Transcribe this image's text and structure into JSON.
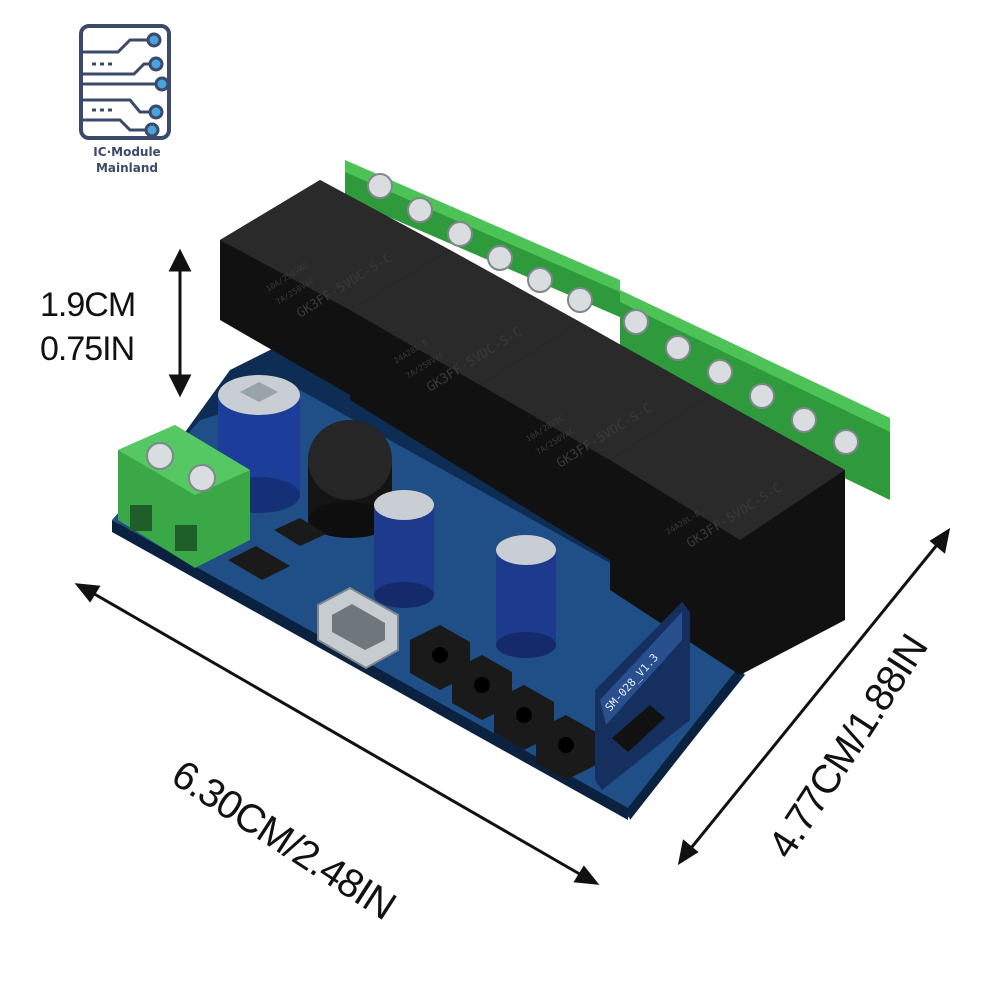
{
  "logo": {
    "line1": "IC·Module",
    "line2": "Mainland",
    "icon": "circuit-board-icon",
    "color": "#3b4a6b"
  },
  "dimensions": {
    "height_cm": "1.9CM",
    "height_in": "0.75IN",
    "length": "6.30CM/2.48IN",
    "width": "4.77CM/1.88IN"
  },
  "relay": {
    "model": "GK3FF-5VDC-S-C",
    "rating1": "10A/250VAC",
    "rating2": "7A/250VAC",
    "rating3": "10A/28VDC",
    "code": "24A28L-B"
  },
  "module": {
    "label": "SM-028_V1.3"
  },
  "colors": {
    "pcb": "#1f4f86",
    "terminal": "#3fae4a",
    "relay": "#1a1a1a"
  }
}
